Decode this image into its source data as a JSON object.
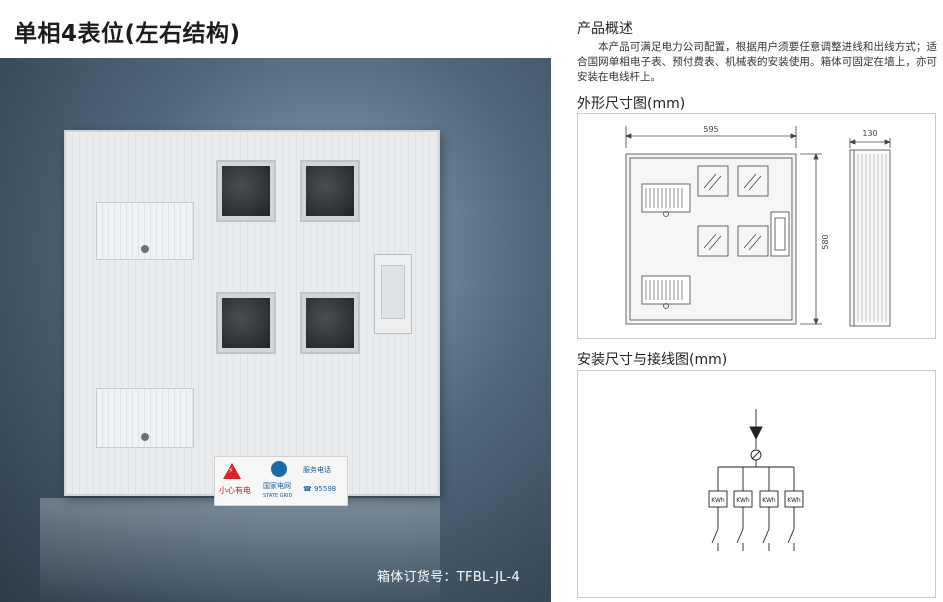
{
  "title": "单相4表位(左右结构)",
  "photo": {
    "order_no": "箱体订货号：TFBL-JL-4",
    "label": {
      "caution": "小心有电",
      "company": "国家电网",
      "company_en": "STATE GRID",
      "service": "服务电话",
      "phone": "95598"
    }
  },
  "overview": {
    "heading": "产品概述",
    "text": "本产品可满足电力公司配置，根据用户须要任意调整进线和出线方式；适合国网单相电子表、预付费表、机械表的安装使用。箱体可固定在墙上，亦可安装在电线杆上。"
  },
  "dimensions": {
    "heading": "外形尺寸图(mm)",
    "width": "595",
    "height": "580",
    "depth": "130"
  },
  "wiring": {
    "heading": "安装尺寸与接线图(mm)",
    "meter_label": "KWh"
  }
}
